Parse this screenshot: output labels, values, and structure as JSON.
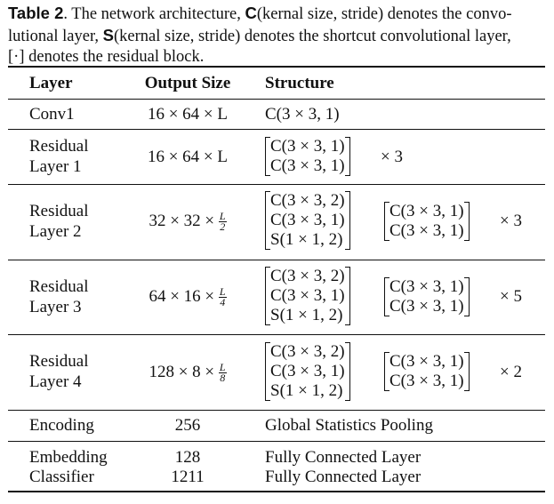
{
  "caption": {
    "label": "Table 2",
    "text_a": ". The network architecture, ",
    "c_sym": "C",
    "text_b": "(kernal size, stride) denotes the convo-",
    "text_c": "lutional layer, ",
    "s_sym": "S",
    "text_d": "(kernal size, stride) denotes the shortcut convolutional layer,",
    "text_e": "[·] denotes the residual block."
  },
  "headers": {
    "layer": "Layer",
    "output": "Output Size",
    "structure": "Structure"
  },
  "rows": [
    {
      "layer": "Conv1",
      "output": "16 × 64 × L",
      "structure": "C(3 × 3, 1)"
    },
    {
      "layer_1": "Residual",
      "layer_2": "Layer 1",
      "output": "16 × 64 × L",
      "block": [
        "C(3 × 3, 1)",
        "C(3 × 3, 1)"
      ],
      "times": "× 3"
    },
    {
      "layer_1": "Residual",
      "layer_2": "Layer 2",
      "output_prefix": "32 × 32 ×",
      "frac_num": "L",
      "frac_den": "2",
      "block_a": [
        "C(3 × 3, 2)",
        "C(3 × 3, 1)",
        "S(1 × 1, 2)"
      ],
      "block_b": [
        "C(3 × 3, 1)",
        "C(3 × 3, 1)"
      ],
      "times": "× 3"
    },
    {
      "layer_1": "Residual",
      "layer_2": "Layer 3",
      "output_prefix": "64 × 16 ×",
      "frac_num": "L",
      "frac_den": "4",
      "block_a": [
        "C(3 × 3, 2)",
        "C(3 × 3, 1)",
        "S(1 × 1, 2)"
      ],
      "block_b": [
        "C(3 × 3, 1)",
        "C(3 × 3, 1)"
      ],
      "times": "× 5"
    },
    {
      "layer_1": "Residual",
      "layer_2": "Layer 4",
      "output_prefix": "128 × 8 ×",
      "frac_num": "L",
      "frac_den": "8",
      "block_a": [
        "C(3 × 3, 2)",
        "C(3 × 3, 1)",
        "S(1 × 1, 2)"
      ],
      "block_b": [
        "C(3 × 3, 1)",
        "C(3 × 3, 1)"
      ],
      "times": "× 2"
    },
    {
      "layer": "Encoding",
      "output": "256",
      "structure": "Global Statistics Pooling"
    },
    {
      "layer": "Embedding",
      "output": "128",
      "structure": "Fully Connected Layer"
    },
    {
      "layer": "Classifier",
      "output": "1211",
      "structure": "Fully Connected Layer"
    }
  ]
}
